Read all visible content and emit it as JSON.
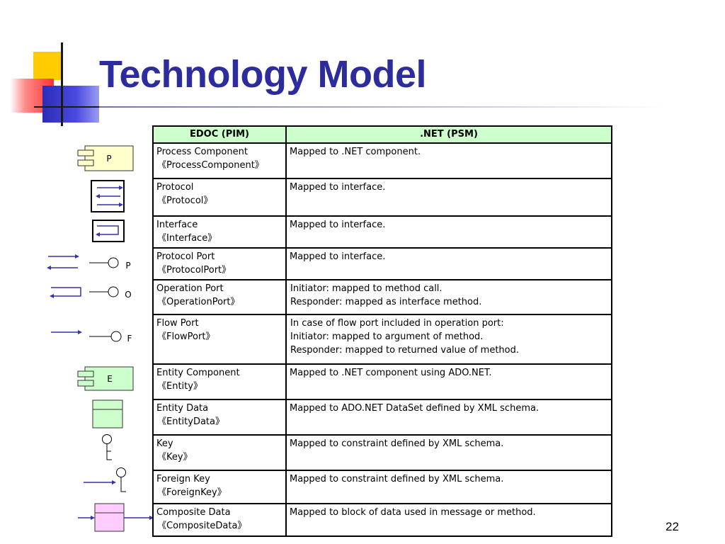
{
  "slide": {
    "title": "Technology Model",
    "page_number": "22"
  },
  "table": {
    "headers": [
      "EDOC (PIM)",
      ".NET (PSM)"
    ],
    "rows": [
      {
        "name": "Process Component",
        "stereotype": "《ProcessComponent》",
        "mapping": [
          "Mapped to .NET component."
        ]
      },
      {
        "name": "Protocol",
        "stereotype": "《Protocol》",
        "mapping": [
          "Mapped to interface."
        ]
      },
      {
        "name": "Interface",
        "stereotype": "《Interface》",
        "mapping": [
          "Mapped to interface."
        ]
      },
      {
        "name": "Protocol Port",
        "stereotype": "《ProtocolPort》",
        "mapping": [
          "Mapped to interface."
        ]
      },
      {
        "name": "Operation Port",
        "stereotype": "《OperationPort》",
        "mapping": [
          "Initiator: mapped to method call.",
          "Responder: mapped as interface method."
        ]
      },
      {
        "name": "Flow Port",
        "stereotype": "《FlowPort》",
        "mapping": [
          "In case of flow port included in operation port:",
          "Initiator: mapped to argument of method.",
          "Responder: mapped to returned value of method."
        ]
      },
      {
        "name": "Entity Component",
        "stereotype": "《Entity》",
        "mapping": [
          "Mapped to .NET component using ADO.NET."
        ]
      },
      {
        "name": "Entity Data",
        "stereotype": "《EntityData》",
        "mapping": [
          "Mapped to ADO.NET DataSet defined by XML schema."
        ]
      },
      {
        "name": "Key",
        "stereotype": "《Key》",
        "mapping": [
          "Mapped to constraint defined by XML schema."
        ]
      },
      {
        "name": "Foreign Key",
        "stereotype": "《ForeignKey》",
        "mapping": [
          "Mapped to constraint defined by XML schema."
        ]
      },
      {
        "name": "Composite Data",
        "stereotype": "《CompositeData》",
        "mapping": [
          "Mapped to block of data used in message or method."
        ]
      }
    ]
  },
  "icons": {
    "process_component_letter": "P",
    "protocol_port_letter": "P",
    "operation_port_letter": "O",
    "flow_port_letter": "F",
    "entity_component_letter": "E"
  },
  "colors": {
    "title": "#2c2c9c",
    "header_fill": "#ccffcc",
    "process_component_fill": "#ffffcc",
    "entity_fill": "#ccffcc",
    "composite_fill": "#ffccff",
    "arrow": "#3333aa"
  }
}
